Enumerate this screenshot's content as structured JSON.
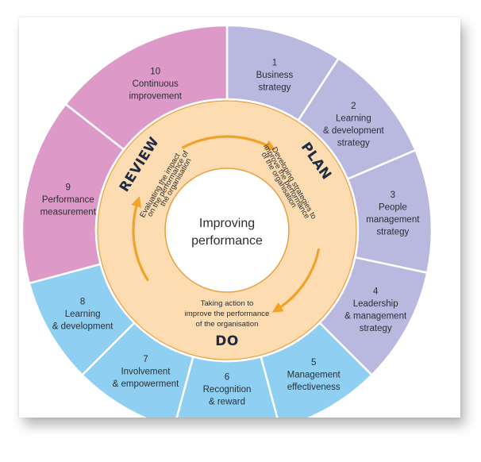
{
  "center": {
    "lines": [
      "Improving",
      "performance"
    ]
  },
  "phases": [
    {
      "key": "plan",
      "label": "PLAN",
      "description": [
        "Developing strategies to",
        "improve the performance",
        "of the organisation"
      ]
    },
    {
      "key": "do",
      "label": "DO",
      "description": [
        "Taking action to",
        "improve the performance",
        "of the organisation"
      ]
    },
    {
      "key": "review",
      "label": "REVIEW",
      "description": [
        "Evaluating the impact",
        "on the performance of",
        "the organisation"
      ]
    }
  ],
  "segments": [
    {
      "number": "1",
      "label": [
        "Business",
        "strategy"
      ],
      "group": "plan"
    },
    {
      "number": "2",
      "label": [
        "Learning",
        "& development",
        "strategy"
      ],
      "group": "plan"
    },
    {
      "number": "3",
      "label": [
        "People",
        "management",
        "strategy"
      ],
      "group": "plan"
    },
    {
      "number": "4",
      "label": [
        "Leadership",
        "& management",
        "strategy"
      ],
      "group": "plan"
    },
    {
      "number": "5",
      "label": [
        "Management",
        "effectiveness"
      ],
      "group": "do"
    },
    {
      "number": "6",
      "label": [
        "Recognition",
        "& reward"
      ],
      "group": "do"
    },
    {
      "number": "7",
      "label": [
        "Involvement",
        "& empowerment"
      ],
      "group": "do"
    },
    {
      "number": "8",
      "label": [
        "Learning",
        "& development"
      ],
      "group": "do"
    },
    {
      "number": "9",
      "label": [
        "Performance",
        "measurement"
      ],
      "group": "review"
    },
    {
      "number": "10",
      "label": [
        "Continuous",
        "improvement"
      ],
      "group": "review"
    }
  ],
  "colors": {
    "plan": "#b9b9e0",
    "do": "#8fd0f2",
    "review": "#dd9ac8",
    "ring": "#fcdcb0",
    "ring_border": "#e6a040",
    "arrow": "#f0a22a",
    "separator": "#ffffff"
  }
}
